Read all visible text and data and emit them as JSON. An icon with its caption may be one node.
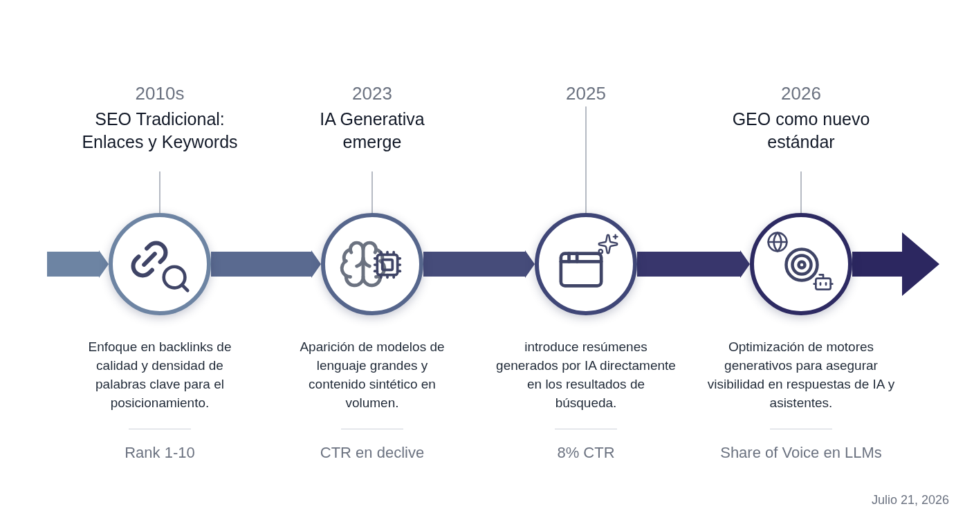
{
  "diagram": {
    "nodes": [
      {
        "text": [
          "2010s",
          "SEO Tradicional: Enlaces y Keywords"
        ]
      },
      {
        "text": [],
        "shape": "circle",
        "beside": [
          "Enfoque en backlinks de calidad y densidad de palabras clave para el posicionamiento.",
          "Rank 1-10"
        ]
      },
      {
        "text": [
          "2023",
          "IA Generativa emerge"
        ]
      },
      {
        "text": [],
        "shape": "circle",
        "beside": [
          "Aparición de modelos de lenguaje grandes y contenido sintético en volumen.",
          "CTR en declive"
        ]
      },
      {
        "text": [
          "2025"
        ]
      },
      {
        "text": [],
        "shape": "circle",
        "beside": [
          "introduce resúmenes generados por IA directamente en los resultados de búsqueda.",
          "8% CTR"
        ]
      },
      {
        "text": [
          "2026",
          "GEO como nuevo estándar"
        ]
      },
      {
        "text": [],
        "shape": "circle",
        "beside": [
          "Optimización de motores generativos para asegurar visibilidad en respuestas de IA y asistentes.",
          "Share of Voice en LLMs"
        ]
      }
    ],
    "edges": [
      {
        "from": null,
        "to": 1,
        "arrow": "to",
        "style": "thick",
        "color": "#6d84a3"
      },
      {
        "from": 1,
        "to": 3,
        "arrow": "to",
        "style": "thick",
        "color": "#5a6a90"
      },
      {
        "from": 3,
        "to": 5,
        "arrow": "to",
        "style": "thick",
        "color": "#464c7a"
      },
      {
        "from": 5,
        "to": 7,
        "arrow": "to",
        "style": "thick",
        "color": "#38366c"
      },
      {
        "from": 7,
        "to": null,
        "arrow": "to",
        "style": "thick",
        "color": "#2c2760"
      },
      {
        "from": 0,
        "to": 1,
        "arrow": "none"
      },
      {
        "from": 2,
        "to": 3,
        "arrow": "none"
      },
      {
        "from": 4,
        "to": 5,
        "arrow": "none"
      },
      {
        "from": 6,
        "to": 7,
        "arrow": "none"
      }
    ],
    "labels": [
      "Julio 21, 2026"
    ]
  }
}
